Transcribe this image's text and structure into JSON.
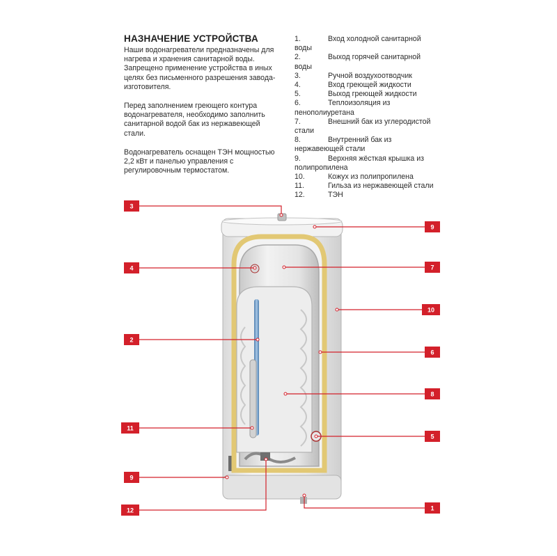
{
  "intro": {
    "title": "НАЗНАЧЕНИЕ УСТРОЙСТВА",
    "paragraphs": [
      "Наши водонагреватели предназначены для нагрева и хранения санитарной воды. Запрещено применение устройства в иных целях без письменного разрешения завода-изготовителя.",
      "Перед заполнением греющего контура водонагревателя, необходимо заполнить санитарной водой бак из нержавеющей стали.",
      "Водонагреватель оснащен ТЭН мощностью 2,2 кВт и панелью управления с регулировочным термостатом."
    ]
  },
  "legend": [
    {
      "num": "1.",
      "text": "Вход холодной санитарной воды"
    },
    {
      "num": "2.",
      "text": "Выход горячей санитарной воды"
    },
    {
      "num": "3.",
      "text": "Ручной воздухоотводчик"
    },
    {
      "num": "4.",
      "text": "Вход греющей жидкости"
    },
    {
      "num": "5.",
      "text": "Выход греющей жидкости"
    },
    {
      "num": "6.",
      "text": "Теплоизоляция из пенополиуретана"
    },
    {
      "num": "7.",
      "text": "Внешний бак из углеродистой стали"
    },
    {
      "num": "8.",
      "text": "Внутренний бак из нержавеющей стали"
    },
    {
      "num": "9.",
      "text": "Верхняя жёсткая крышка из полипропилена"
    },
    {
      "num": "10.",
      "text": "Кожух из полипропилена"
    },
    {
      "num": "11.",
      "text": "Гильза из нержавеющей стали"
    },
    {
      "num": "12.",
      "text": "ТЭН"
    }
  ],
  "callouts": [
    "3",
    "9",
    "4",
    "7",
    "10",
    "2",
    "6",
    "8",
    "11",
    "5",
    "9",
    "12",
    "1"
  ],
  "colors": {
    "callout_red": "#d3202a",
    "insulation": "#e8d48a",
    "shell": "#ebebeb",
    "tube": "#7fa7cf"
  }
}
